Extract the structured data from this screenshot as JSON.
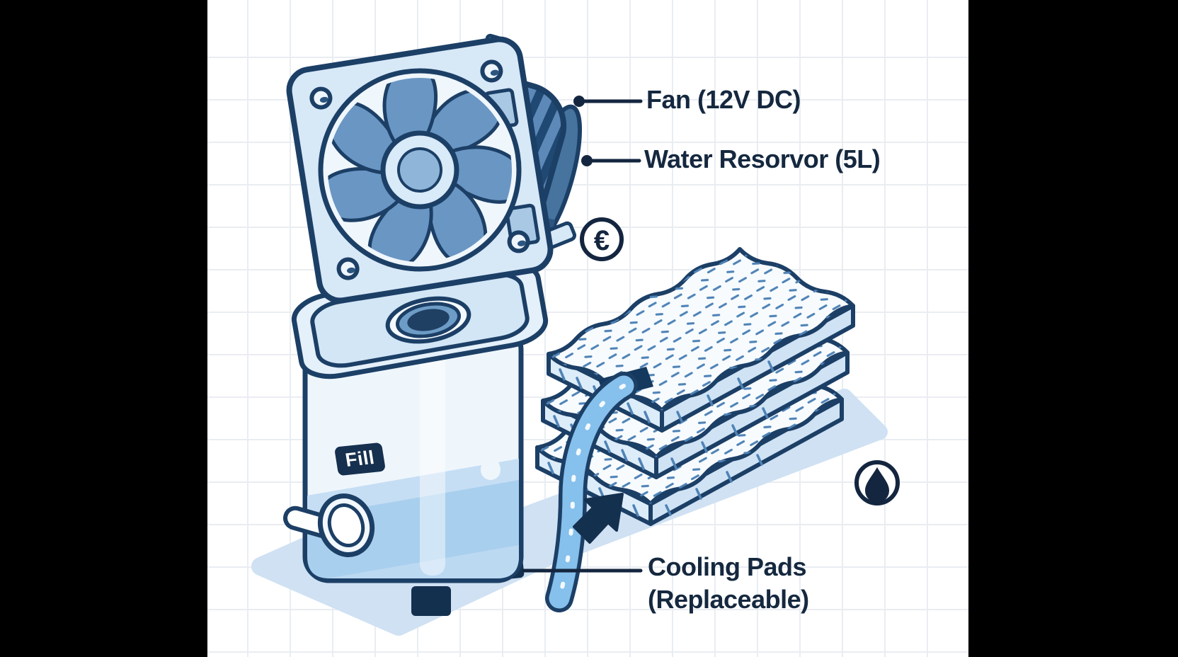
{
  "diagram": {
    "labels": {
      "fan": "Fan (12V DC)",
      "reservoir": "Water Resorvor (5L)",
      "pads_line1": "Cooling Pads",
      "pads_line2": "(Replaceable)"
    },
    "annotations": {
      "fill_tag": "Fill",
      "euro_icon_glyph": "€"
    },
    "icons": [
      "euro-icon",
      "water-drop-icon",
      "flow-arrow-icon"
    ],
    "colors": {
      "letterbox": "#000000",
      "background": "#ffffff",
      "grid_line": "#e9edf2",
      "outline_navy": "#1c3f66",
      "text_navy": "#15283f",
      "frame_light_blue": "#d7e8f7",
      "blade_blue": "#6a96c4",
      "motor_rib_dark": "#1f4872",
      "motor_rib_mid": "#5d89b8",
      "water_blue": "#a9cfee",
      "water_surface": "#c6def4",
      "pad_face": "#f7fbfe",
      "pad_side": "#cfe3f5",
      "speckle_blue": "#4f83b6",
      "stream_blue": "#86c0ec",
      "shadow_blue": "#cfe1f3",
      "tag_navy": "#16304f"
    }
  }
}
